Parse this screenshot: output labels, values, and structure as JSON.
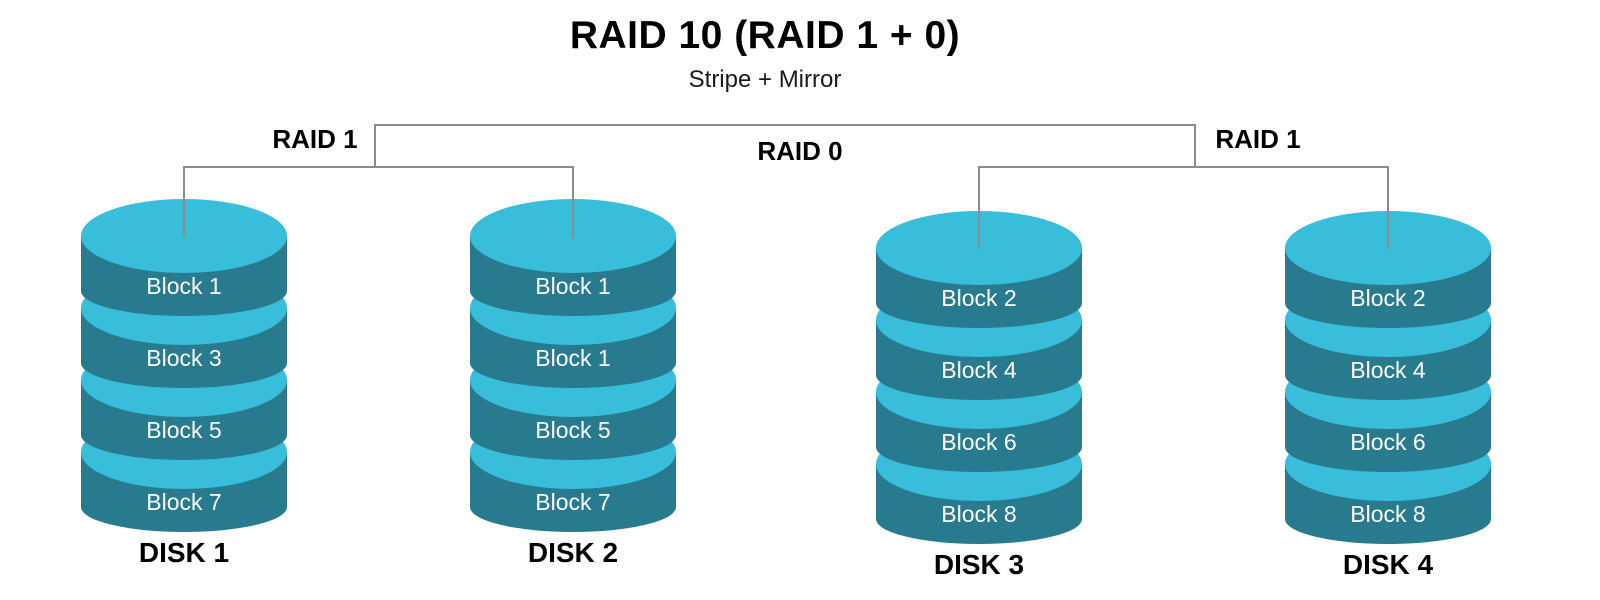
{
  "title": "RAID 10 (RAID 1 + 0)",
  "subtitle": "Stripe + Mirror",
  "groups": {
    "raid1_left_label": "RAID 1",
    "raid0_label": "RAID 0",
    "raid1_right_label": "RAID 1"
  },
  "disks": [
    {
      "label": "DISK 1",
      "blocks": [
        "Block 1",
        "Block 3",
        "Block 5",
        "Block 7"
      ]
    },
    {
      "label": "DISK 2",
      "blocks": [
        "Block 1",
        "Block 1",
        "Block 5",
        "Block 7"
      ]
    },
    {
      "label": "DISK 3",
      "blocks": [
        "Block 2",
        "Block 4",
        "Block 6",
        "Block 8"
      ]
    },
    {
      "label": "DISK 4",
      "blocks": [
        "Block 2",
        "Block 4",
        "Block 6",
        "Block 8"
      ]
    }
  ],
  "colors": {
    "disk_top": "#38BEDB",
    "disk_side": "#287A8E",
    "connector": "#8C8C8C",
    "block_text": "#FFFFFF",
    "label_text": "#000000"
  }
}
